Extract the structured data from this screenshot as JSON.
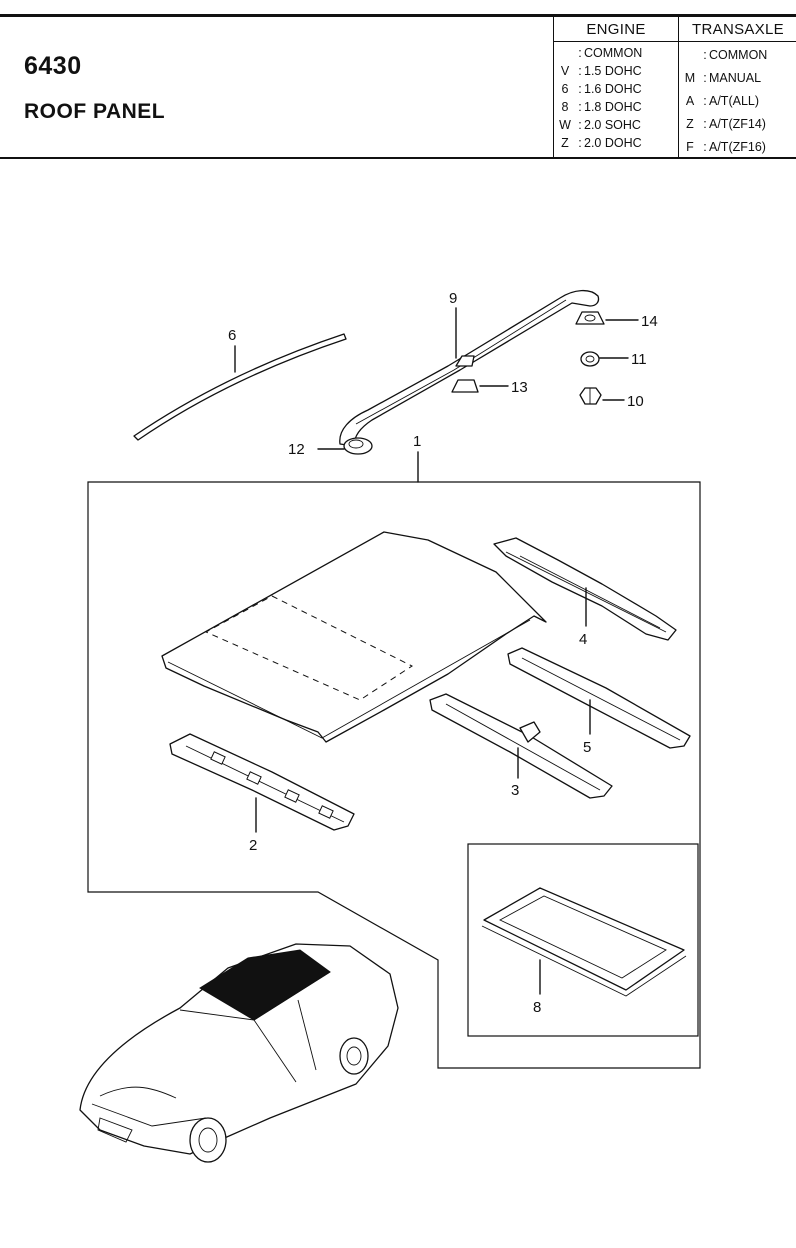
{
  "header": {
    "part_number": "6430",
    "title": "ROOF PANEL"
  },
  "engine": {
    "heading": "ENGINE",
    "codes": [
      {
        "code": "",
        "label": "COMMON"
      },
      {
        "code": "V",
        "label": "1.5 DOHC"
      },
      {
        "code": "6",
        "label": "1.6 DOHC"
      },
      {
        "code": "8",
        "label": "1.8 DOHC"
      },
      {
        "code": "W",
        "label": "2.0 SOHC"
      },
      {
        "code": "Z",
        "label": "2.0 DOHC"
      }
    ]
  },
  "transaxle": {
    "heading": "TRANSAXLE",
    "codes": [
      {
        "code": "",
        "label": "COMMON"
      },
      {
        "code": "M",
        "label": "MANUAL"
      },
      {
        "code": "A",
        "label": "A/T(ALL)"
      },
      {
        "code": "Z",
        "label": "A/T(ZF14)"
      },
      {
        "code": "F",
        "label": "A/T(ZF16)"
      }
    ]
  },
  "callouts": {
    "c1": "1",
    "c2": "2",
    "c3": "3",
    "c4": "4",
    "c5": "5",
    "c6": "6",
    "c8": "8",
    "c9": "9",
    "c10": "10",
    "c11": "11",
    "c12": "12",
    "c13": "13",
    "c14": "14"
  }
}
